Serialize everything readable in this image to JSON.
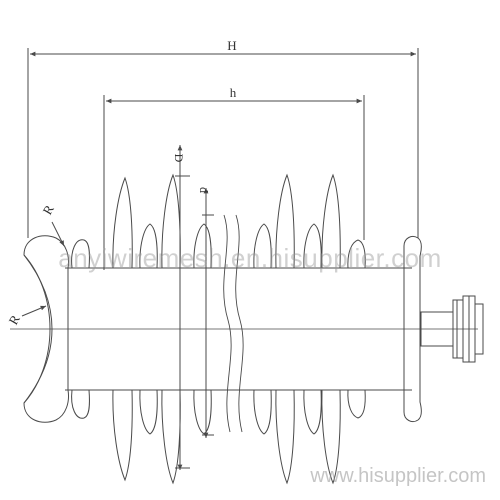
{
  "labels": {
    "overall_height": "H",
    "insulation_height": "h",
    "large_shed_diameter": "D",
    "small_shed_diameter": "d",
    "radius_upper": "R",
    "radius_lower": "R"
  },
  "watermarks": {
    "center": "anyiwiremesh.en.hisupplier.com",
    "bottom": "www.hisupplier.com"
  },
  "colors": {
    "line": "#4a4a4a",
    "watermark": "#9a9a9a"
  }
}
